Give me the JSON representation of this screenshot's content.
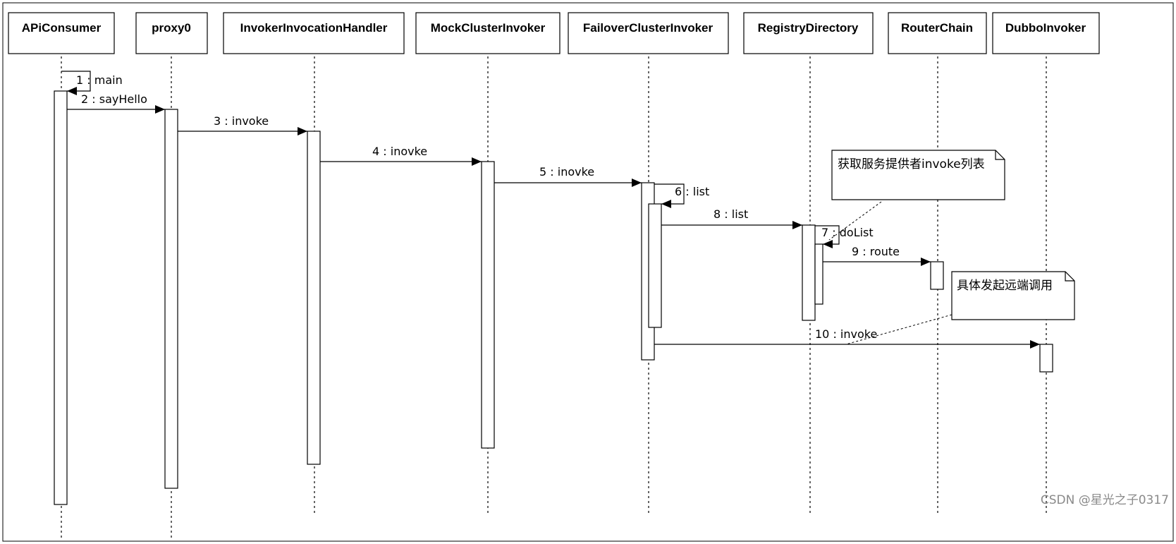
{
  "participants": [
    {
      "id": "apiconsumer",
      "label": "APiConsumer"
    },
    {
      "id": "proxy0",
      "label": "proxy0"
    },
    {
      "id": "invokerinvocationhandler",
      "label": "InvokerInvocationHandler"
    },
    {
      "id": "mockclusterinvoker",
      "label": "MockClusterInvoker"
    },
    {
      "id": "failoverclusterinvoker",
      "label": "FailoverClusterInvoker"
    },
    {
      "id": "registrydirectory",
      "label": "RegistryDirectory"
    },
    {
      "id": "routerchain",
      "label": "RouterChain"
    },
    {
      "id": "dubboinvoker",
      "label": "DubboInvoker"
    }
  ],
  "messages": [
    {
      "id": "m1",
      "label": "1 : main",
      "from": "apiconsumer",
      "to": "apiconsumer",
      "self": true
    },
    {
      "id": "m2",
      "label": "2 : sayHello",
      "from": "apiconsumer",
      "to": "proxy0"
    },
    {
      "id": "m3",
      "label": "3 : invoke",
      "from": "proxy0",
      "to": "invokerinvocationhandler"
    },
    {
      "id": "m4",
      "label": "4 : inovke",
      "from": "invokerinvocationhandler",
      "to": "mockclusterinvoker"
    },
    {
      "id": "m5",
      "label": "5 : inovke",
      "from": "mockclusterinvoker",
      "to": "failoverclusterinvoker"
    },
    {
      "id": "m6",
      "label": "6 : list",
      "from": "failoverclusterinvoker",
      "to": "failoverclusterinvoker",
      "self": true
    },
    {
      "id": "m8",
      "label": "8 : list",
      "from": "failoverclusterinvoker",
      "to": "registrydirectory"
    },
    {
      "id": "m7",
      "label": "7 : doList",
      "from": "registrydirectory",
      "to": "registrydirectory",
      "self": true
    },
    {
      "id": "m9",
      "label": "9 : route",
      "from": "registrydirectory",
      "to": "routerchain"
    },
    {
      "id": "m10",
      "label": "10 : invoke",
      "from": "failoverclusterinvoker",
      "to": "dubboinvoker"
    }
  ],
  "notes": [
    {
      "id": "note-invoke-list",
      "text": "获取服务提供者invoke列表"
    },
    {
      "id": "note-remote-call",
      "text": "具体发起远端调用"
    }
  ],
  "watermark": "CSDN @星光之子0317"
}
